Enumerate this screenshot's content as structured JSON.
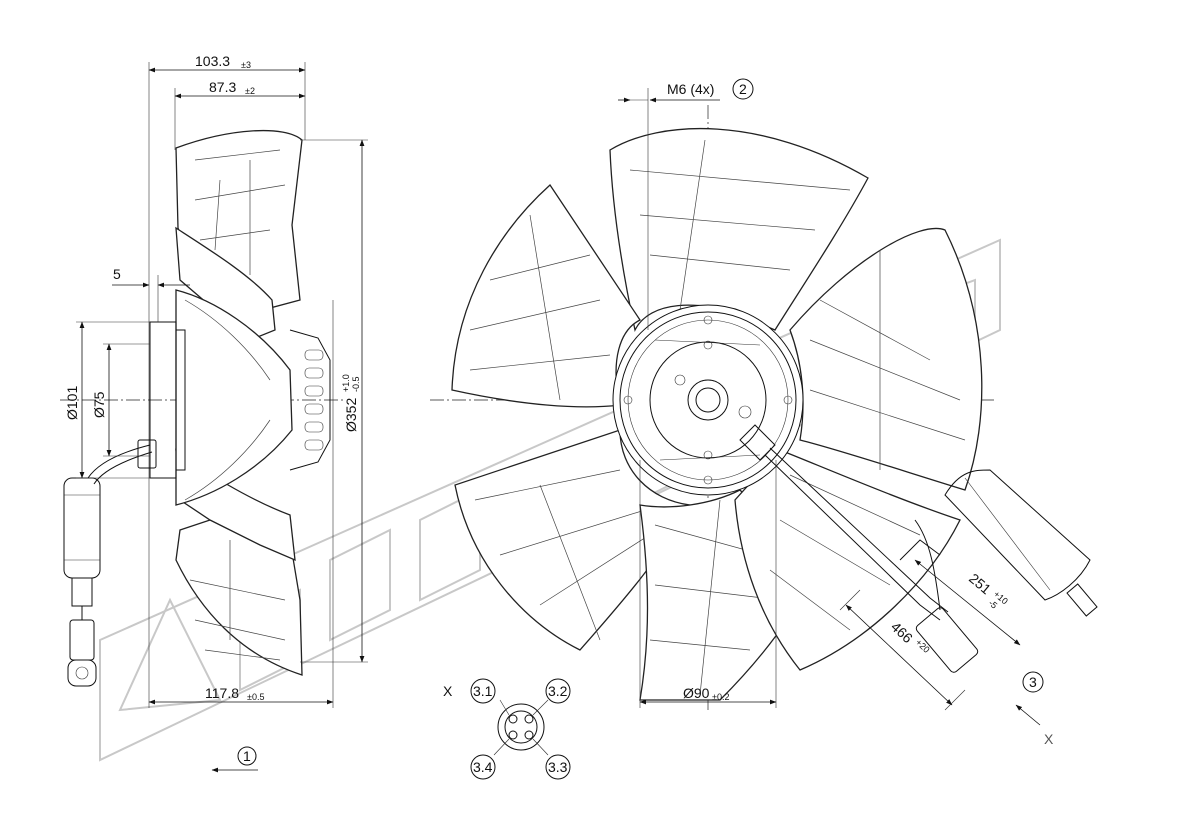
{
  "side_view": {
    "dim_total_depth": "103.3",
    "tol_total_depth": "±3",
    "dim_blade_depth": "87.3",
    "tol_blade_depth": "±2",
    "dim_offset": "5",
    "dim_d101": "Ø101",
    "dim_d75": "Ø75",
    "dim_d352": "Ø352",
    "tol_d352_upper": "+1.0",
    "tol_d352_lower": "-0.5",
    "dim_bottom": "117.8",
    "tol_bottom": "±0.5",
    "callout_1": "1"
  },
  "front_view": {
    "thread_label": "M6 (4x)",
    "callout_2": "2",
    "dim_d90": "Ø90",
    "tol_d90": "±0.2",
    "dim_251": "251",
    "tol_251_upper": "+10",
    "tol_251_lower": "-5",
    "dim_466": "466",
    "tol_466": "+20",
    "callout_3": "3",
    "view_arrow_label": "X"
  },
  "connector": {
    "view_label": "X",
    "pins": [
      "3.1",
      "3.2",
      "3.3",
      "3.4"
    ]
  }
}
